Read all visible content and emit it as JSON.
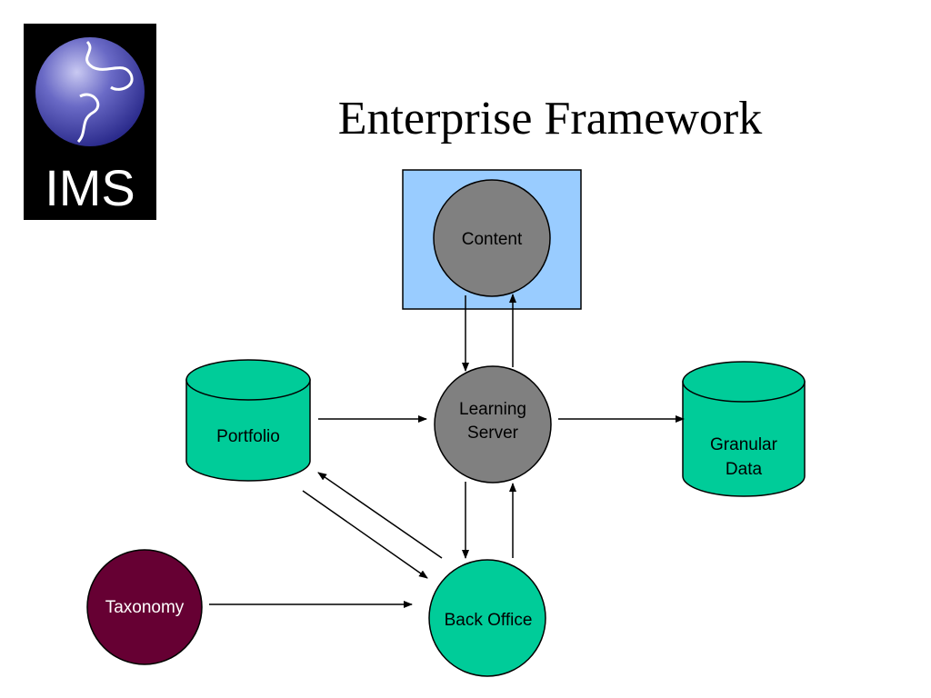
{
  "logo": {
    "text": "IMS"
  },
  "title": "Enterprise Framework",
  "nodes": {
    "content": {
      "label": "Content"
    },
    "learning_server": {
      "line1": "Learning",
      "line2": "Server"
    },
    "portfolio": {
      "label": "Portfolio"
    },
    "granular_data": {
      "line1": "Granular",
      "line2": "Data"
    },
    "taxonomy": {
      "label": "Taxonomy"
    },
    "back_office": {
      "label": "Back Office"
    }
  },
  "colors": {
    "content_box": "#99ccff",
    "teal": "#00cc99",
    "gray": "#808080",
    "maroon": "#660033",
    "logo_bg": "#000000"
  }
}
